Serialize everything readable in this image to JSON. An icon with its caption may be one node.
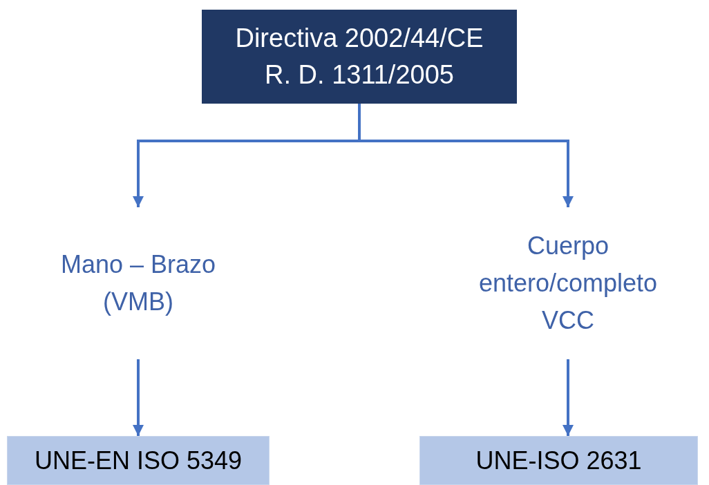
{
  "diagram": {
    "nodes": [
      {
        "text": [
          "Directiva 2002/44/CE R. D. 1311/2005"
        ]
      },
      {
        "text": [
          "Mano – Brazo (VMB)"
        ]
      },
      {
        "text": [
          "Cuerpo entero/completo VCC"
        ]
      },
      {
        "text": [
          "UNE-EN ISO 5349"
        ]
      },
      {
        "text": [
          "UNE-ISO 2631"
        ]
      }
    ],
    "edges": [
      {
        "from": 0,
        "to": 1,
        "arrow": "to"
      },
      {
        "from": 0,
        "to": 2,
        "arrow": "to"
      },
      {
        "from": 1,
        "to": 3,
        "arrow": "to"
      },
      {
        "from": 2,
        "to": 4,
        "arrow": "to"
      }
    ]
  }
}
